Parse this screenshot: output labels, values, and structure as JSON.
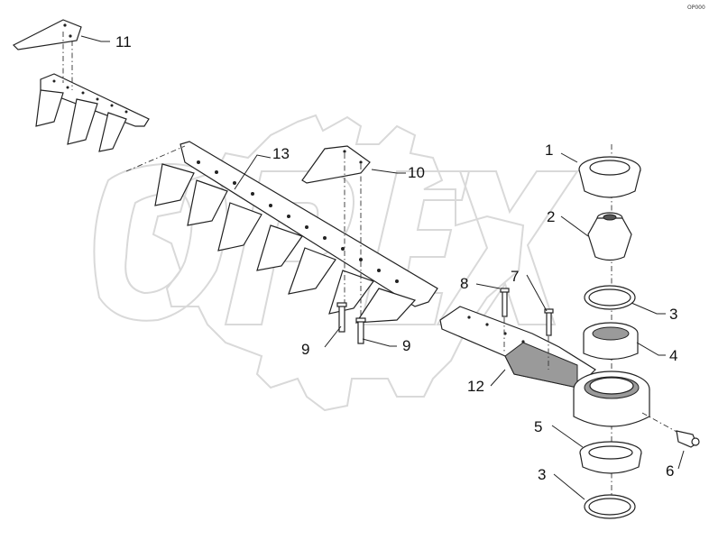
{
  "diagram": {
    "corner_mark": "OP000",
    "watermark_text": "OPEX",
    "callouts": [
      {
        "id": "c11",
        "label": "11"
      },
      {
        "id": "c13",
        "label": "13"
      },
      {
        "id": "c10",
        "label": "10"
      },
      {
        "id": "c1",
        "label": "1"
      },
      {
        "id": "c2",
        "label": "2"
      },
      {
        "id": "c3a",
        "label": "3"
      },
      {
        "id": "c4",
        "label": "4"
      },
      {
        "id": "c8",
        "label": "8"
      },
      {
        "id": "c7",
        "label": "7"
      },
      {
        "id": "c12",
        "label": "12"
      },
      {
        "id": "c9a",
        "label": "9"
      },
      {
        "id": "c9b",
        "label": "9"
      },
      {
        "id": "c5",
        "label": "5"
      },
      {
        "id": "c3b",
        "label": "3"
      },
      {
        "id": "c6",
        "label": "6"
      }
    ]
  }
}
